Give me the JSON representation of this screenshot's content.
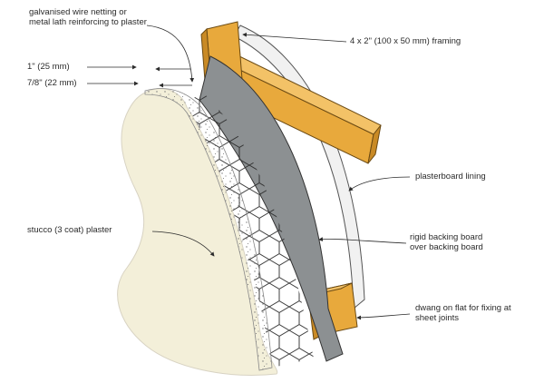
{
  "labels": {
    "netting": [
      "galvanised wire netting or",
      "metal lath reinforcing to plaster"
    ],
    "framing": "4 x 2\" (100 x 50 mm) framing",
    "dim_25": "1\" (25 mm)",
    "dim_22": "7/8\" (22 mm)",
    "stucco": "stucco (3 coat) plaster",
    "plasterboard": "plasterboard lining",
    "rigid": [
      "rigid backing board",
      "over backing board"
    ],
    "dwang": [
      "dwang on flat for fixing at",
      "sheet joints"
    ]
  },
  "colors": {
    "plaster": "#f3efd9",
    "stucco_edge": "#d8d3c3",
    "backing_board": "#8c9092",
    "timber": "#e8a93c",
    "plasterboard": "#f1f1f1"
  }
}
